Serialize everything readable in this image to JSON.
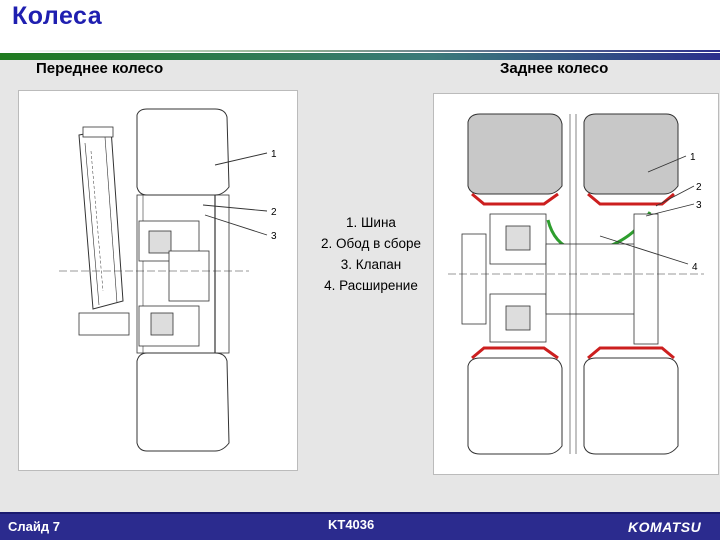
{
  "slide": {
    "title": "Колеса",
    "front_label": "Переднее колесо",
    "rear_label": "Заднее колесо"
  },
  "legend": {
    "items": [
      "1. Шина",
      "2. Обод в сборе",
      "3. Клапан",
      "4. Расширение"
    ]
  },
  "figures": {
    "front_callouts": [
      "1",
      "2",
      "3"
    ],
    "rear_callouts": [
      "1",
      "2",
      "3",
      "4"
    ]
  },
  "footer": {
    "slide_number": "Слайд 7",
    "model": "KT4036",
    "brand": "KOMATSU"
  },
  "colors": {
    "title": "#1f1fb0",
    "footer_bg": "#2b2b8e",
    "rim_highlight": "#cc1f1f",
    "valve_highlight": "#2e9e2e",
    "tire_fill": "#c8c8c8"
  }
}
